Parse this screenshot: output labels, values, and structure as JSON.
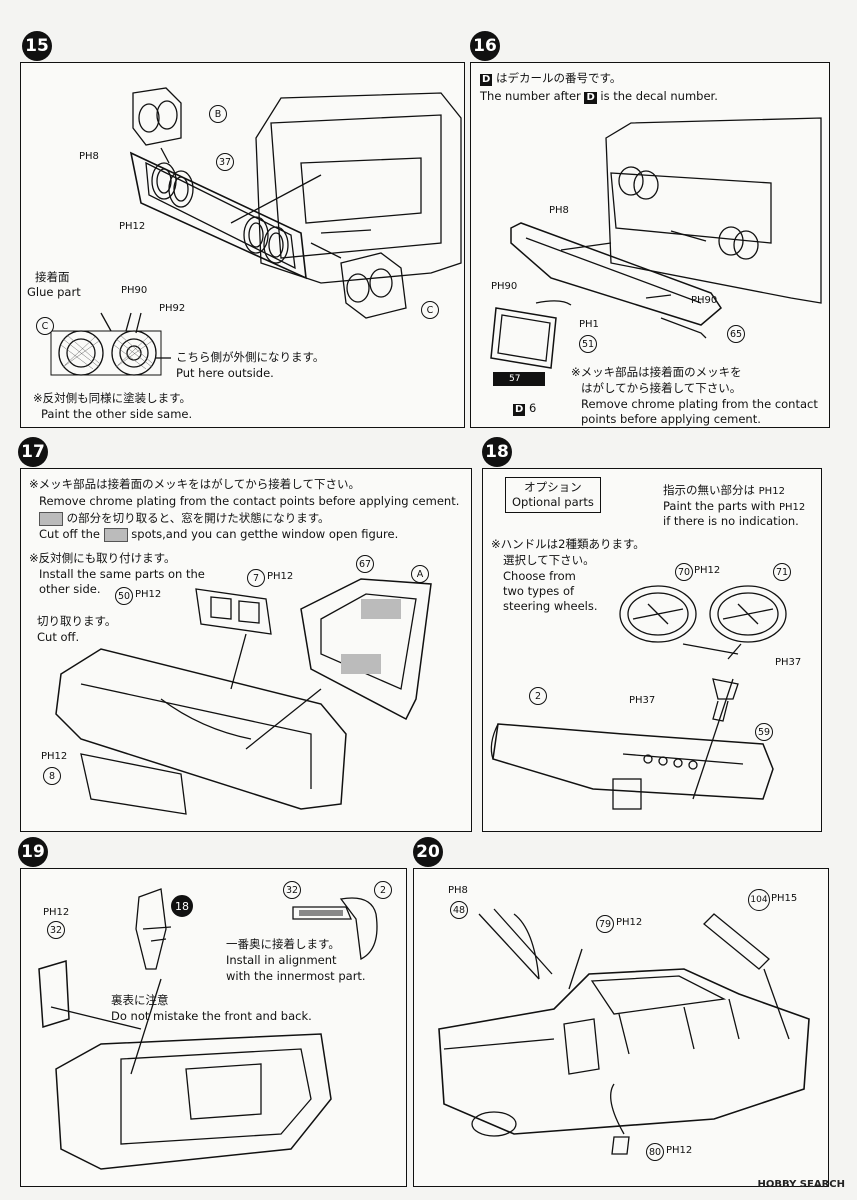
{
  "steps": {
    "s15": "15",
    "s16": "16",
    "s17": "17",
    "s18": "18",
    "s19": "19",
    "s20": "20"
  },
  "p15": {
    "ph8": "PH8",
    "ph12": "PH12",
    "ph90": "PH90",
    "ph92": "PH92",
    "b": "B",
    "c1": "C",
    "c2": "C",
    "n37": "37",
    "glue_jp": "接着面",
    "glue_en": "Glue part",
    "outside_jp": "こちら側が外側になります。",
    "outside_en": "Put here outside.",
    "other_jp": "※反対側も同様に塗装します。",
    "other_en": "Paint the other side same."
  },
  "p16": {
    "decal_jp": "はデカールの番号です。",
    "decal_en_pre": "The number after",
    "decal_en_post": "is the decal number.",
    "d": "D",
    "ph8": "PH8",
    "ph90a": "PH90",
    "ph90b": "PH90",
    "ph1": "PH1",
    "n51": "51",
    "n65": "65",
    "plate": "57",
    "d6": "6",
    "chrome_jp1": "※メッキ部品は接着面のメッキを",
    "chrome_jp2": "はがしてから接着して下さい。",
    "chrome_en1": "Remove chrome plating from the contact",
    "chrome_en2": "points before applying cement."
  },
  "p17": {
    "chrome_jp": "※メッキ部品は接着面のメッキをはがしてから接着して下さい。",
    "chrome_en": "Remove chrome plating from the contact points before applying cement.",
    "window_jp": "の部分を切り取ると、窓を開けた状態になります。",
    "window_en_pre": "Cut off the",
    "window_en_post": "spots,and you can getthe window open figure.",
    "install_jp": "※反対側にも取り付けます。",
    "install_en1": "Install the same parts on the",
    "install_en2": "other side.",
    "cut_jp": "切り取ります。",
    "cut_en": "Cut off.",
    "n67": "67",
    "n7": "7",
    "ph12a": "PH12",
    "n50": "50",
    "ph12b": "PH12",
    "a": "A",
    "ph12c": "PH12",
    "n8": "8"
  },
  "p18": {
    "opt_jp": "オプション",
    "opt_en": "Optional parts",
    "noind_jp": "指示の無い部分は",
    "noind_en1": "Paint the parts with",
    "noind_en2": "if there is no indication.",
    "ph12a": "PH12",
    "ph12b": "PH12",
    "wheel_jp1": "※ハンドルは2種類あります。",
    "wheel_jp2": "選択して下さい。",
    "wheel_en1": "Choose from",
    "wheel_en2": "two types of",
    "wheel_en3": "steering wheels.",
    "n70": "70",
    "ph12c": "PH12",
    "n71": "71",
    "ph37a": "PH37",
    "n2": "2",
    "ph37b": "PH37",
    "n59": "59"
  },
  "p19": {
    "ph12": "PH12",
    "n32a": "32",
    "n18": "18",
    "n32b": "32",
    "n2": "2",
    "inner_jp": "一番奥に接着します。",
    "inner_en1": "Install in alignment",
    "inner_en2": "with the innermost part.",
    "front_jp": "裏表に注意",
    "front_en": "Do not mistake the front and back."
  },
  "p20": {
    "ph8": "PH8",
    "n48": "48",
    "n79": "79",
    "ph12a": "PH12",
    "n104": "104",
    "ph15": "PH15",
    "n80": "80",
    "ph12b": "PH12"
  },
  "watermark": "HOBBY SEARCH"
}
